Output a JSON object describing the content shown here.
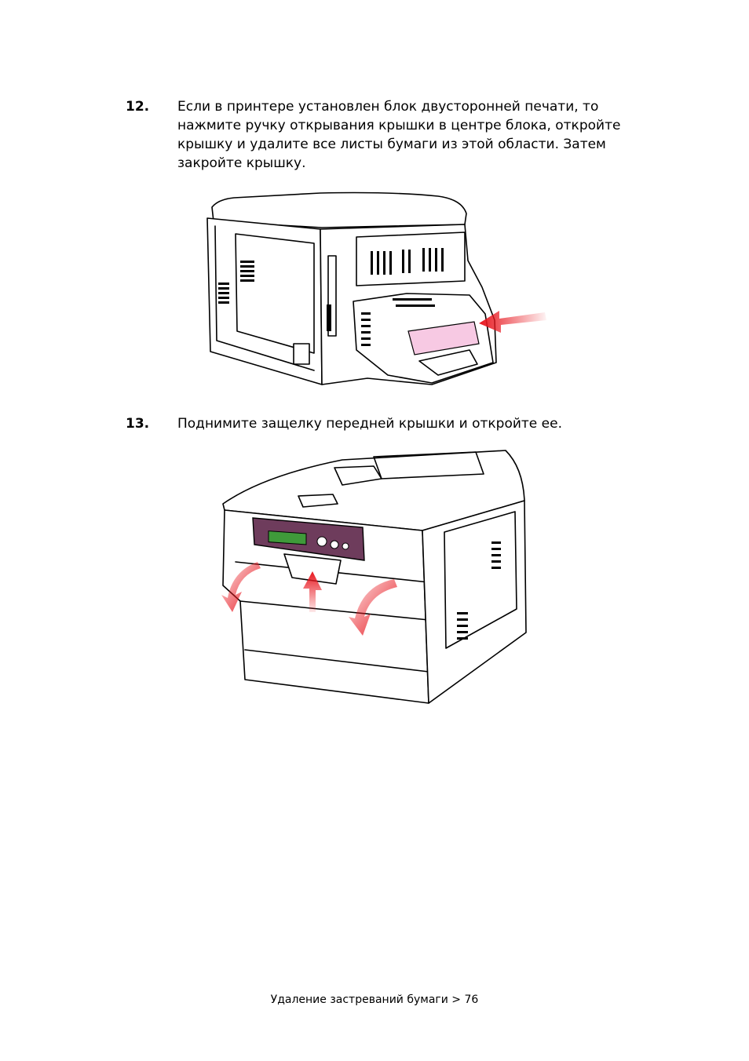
{
  "steps": [
    {
      "number": "12.",
      "text": "Если в принтере установлен блок двусторонней печати, то нажмите ручку открывания крышки в центре блока, откройте крышку и удалите все листы бумаги из этой области. Затем закройте крышку."
    },
    {
      "number": "13.",
      "text": "Поднимите защелку передней крышки и откройте ее."
    }
  ],
  "footer": {
    "text": "Удаление застреваний бумаги > 76"
  },
  "colors": {
    "arrow_red": "#e8171f",
    "paper_pink": "#f7c9e3",
    "panel_purple": "#6e3c5c",
    "lcd_green": "#3f9a3a"
  }
}
